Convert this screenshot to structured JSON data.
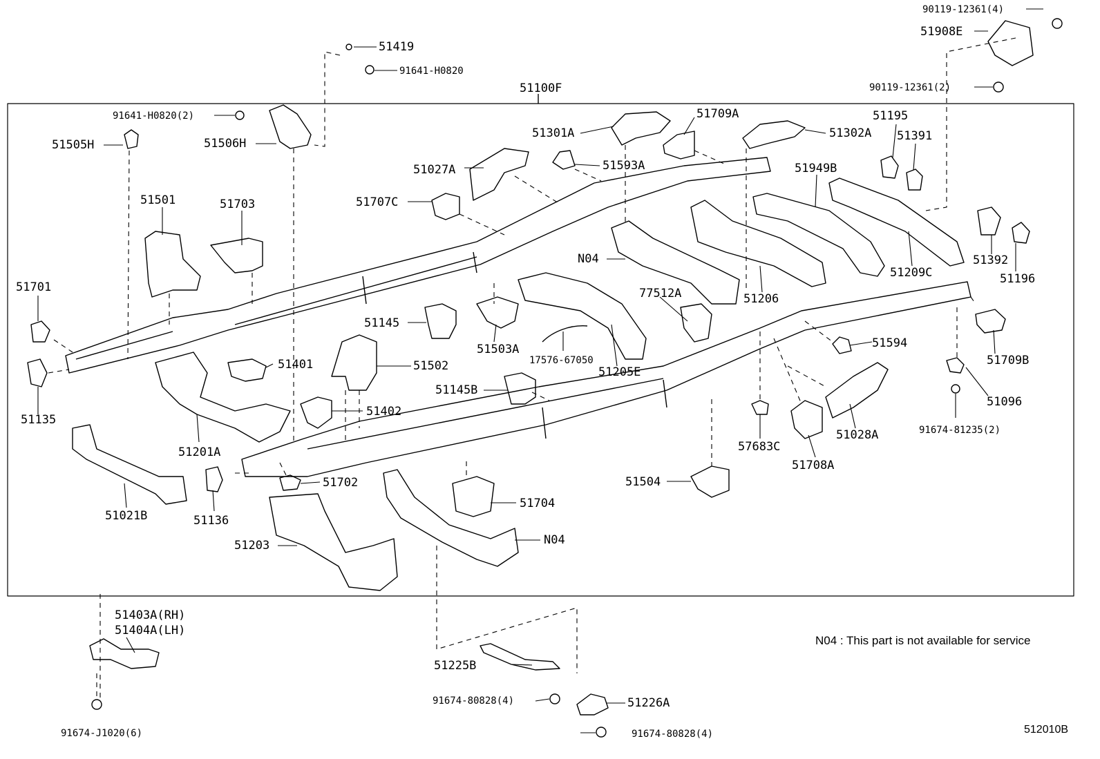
{
  "diagram": {
    "frame_label": "51100F",
    "figure_code": "512010B",
    "note": "N04 : This part is not available for service",
    "labels": {
      "l90119_top": "90119-12361(4)",
      "l51908E": "51908E",
      "l90119_mid": "90119-12361(2)",
      "l51419": "51419",
      "l91641_top": "91641-H0820",
      "l91641_2": "91641-H0820(2)",
      "l51505H": "51505H",
      "l51506H": "51506H",
      "l51301A": "51301A",
      "l51709A": "51709A",
      "l51302A": "51302A",
      "l51195": "51195",
      "l51391": "51391",
      "l51593A": "51593A",
      "l51027A": "51027A",
      "l51949B": "51949B",
      "l51501": "51501",
      "l51703": "51703",
      "l51707C": "51707C",
      "lN04a": "N04",
      "l51392": "51392",
      "l51196": "51196",
      "l51209C": "51209C",
      "l51701": "51701",
      "l77512A": "77512A",
      "l51206": "51206",
      "l51145": "51145",
      "l51503A": "51503A",
      "l51594": "51594",
      "l51709B": "51709B",
      "l51401": "51401",
      "l51502": "51502",
      "l17576": "17576-67050",
      "l51205E": "51205E",
      "l51135": "51135",
      "l51145B": "51145B",
      "l51096": "51096",
      "l51402": "51402",
      "l91674_81235": "91674-81235(2)",
      "l51201A": "51201A",
      "l57683C": "57683C",
      "l51028A": "51028A",
      "l51708A": "51708A",
      "l51702": "51702",
      "l51504": "51504",
      "l51704": "51704",
      "l51021B": "51021B",
      "l51136": "51136",
      "lN04b": "N04",
      "l51203": "51203",
      "l51403A": "51403A(RH)",
      "l51404A": "51404A(LH)",
      "l51225B": "51225B",
      "l91674_80828a": "91674-80828(4)",
      "l51226A": "51226A",
      "l91674_J1020": "91674-J1020(6)",
      "l91674_80828b": "91674-80828(4)"
    }
  }
}
